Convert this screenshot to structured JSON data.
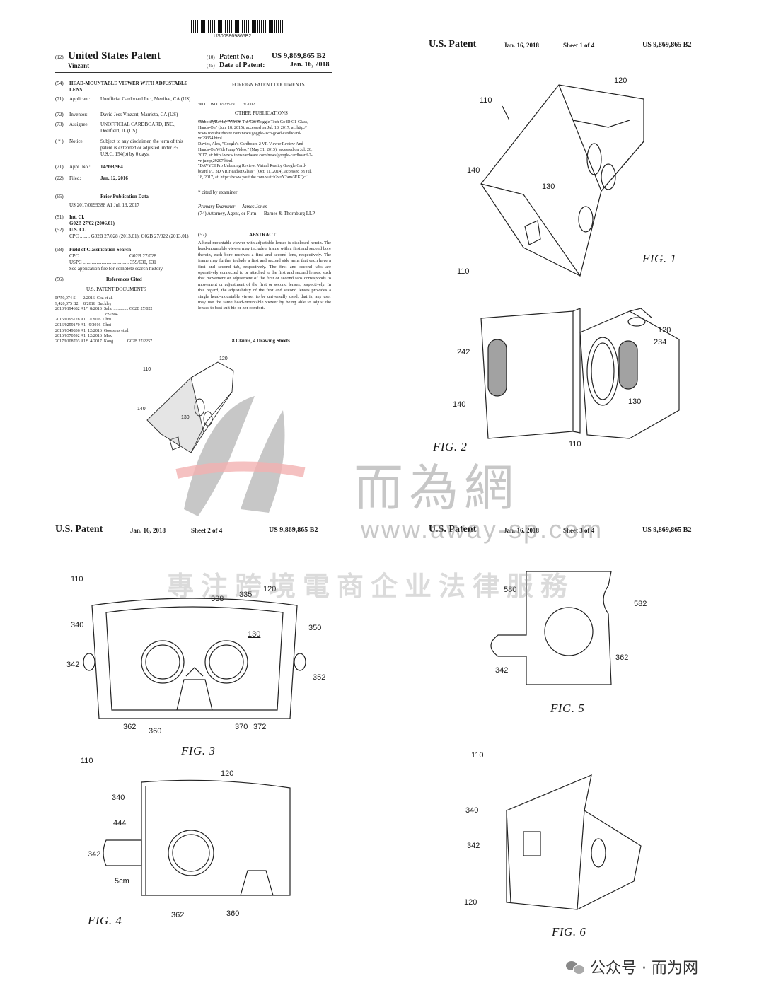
{
  "front": {
    "barcode_number": "US009869865B2",
    "code12": "(12)",
    "title": "United States Patent",
    "inventor_surname": "Vinzant",
    "code10": "(10)",
    "patent_no_label": "Patent No.:",
    "patent_no": "US 9,869,865 B2",
    "code45": "(45)",
    "date_label": "Date of Patent:",
    "date": "Jan. 16, 2018",
    "left_col": [
      {
        "code": "(54)",
        "label": "",
        "text": "HEAD-MOUNTABLE VIEWER WITH ADJUSTABLE LENS"
      },
      {
        "code": "(71)",
        "label": "Applicant:",
        "text": "Unofficial Cardboard Inc., Menifee, CA (US)"
      },
      {
        "code": "(72)",
        "label": "Inventor:",
        "text": "David Jess Vinzant, Marrieta, CA (US)"
      },
      {
        "code": "(73)",
        "label": "Assignee:",
        "text": "UNOFFICIAL CARDBOARD, INC., Deerfield, IL (US)"
      },
      {
        "code": "( * )",
        "label": "Notice:",
        "text": "Subject to any disclaimer, the term of this patent is extended or adjusted under 35 U.S.C. 154(b) by 0 days."
      },
      {
        "code": "(21)",
        "label": "Appl. No.:",
        "text": "14/993,964"
      },
      {
        "code": "(22)",
        "label": "Filed:",
        "text": "Jan. 12, 2016"
      }
    ],
    "prior_pub_code": "(65)",
    "prior_pub_heading": "Prior Publication Data",
    "prior_pub": "US 2017/0199388 A1      Jul. 13, 2017",
    "intcl_code": "(51)",
    "intcl_label": "Int. Cl.",
    "intcl": "G02B 27/02              (2006.01)",
    "uscl_code": "(52)",
    "uscl_label": "U.S. Cl.",
    "uscl": "CPC ........ G02B 27/028 (2013.01); G02B 27/022 (2013.01)",
    "field_code": "(58)",
    "field_heading": "Field of Classification Search",
    "field_lines": [
      "CPC ....................................... G02B 27/028",
      "USPC ..................................... 359/630, 631",
      "See application file for complete search history."
    ],
    "refs_code": "(56)",
    "refs_heading": "References Cited",
    "us_docs_heading": "U.S. PATENT DOCUMENTS",
    "us_docs": [
      "D750,074 S       2/2016  Coz et al.",
      "9,420,075 B2     8/2016  Buckley",
      "2013/0194682 A1*  8/2013  Sahu .............. G02B 27/022",
      "                                              359/804",
      "2016/0195728 A1   7/2016  Choi",
      "2016/0259170 A1   9/2016  Choi",
      "2016/0349836 A1  12/2016  Goossens et al.",
      "2016/0370592 A1  12/2016  Mak",
      "2017/0108703 A1*  4/2017  Kong ........... G02B 27/2257"
    ],
    "foreign_heading": "FOREIGN PATENT DOCUMENTS",
    "foreign_docs": [
      "WO     WO 02/23519        3/2002",
      "WO     WO 2016/185410     11/2016"
    ],
    "other_pub_heading": "OTHER PUBLICATIONS",
    "other_pubs": [
      "Carbotte, Kevin, \"VR On The Go: Goggle Tech Go4D C1-Glass,",
      "Hands-On\" (Jun. 18, 2015), accessed on Jul. 18, 2017, at: http://",
      "www.tomshardware.com/news/goggle-tech-go4d-cardboard-",
      "vr,29354.html.",
      "Davies, Alex, \"Google's Cardboard 2 VR Viewer Review And",
      "Hands-On With Jump Video,\" (May 31, 2015), accessed on Jul. 28,",
      "2017, at: http://www.tomshardware.com/news/google-cardboard-2-",
      "vr-jump,29207.html.",
      "\"DAVYCI Pro Unboxing Review: Virtual Reality Google Card-",
      "board I/O 3D VR Headset Glass\", (Oct. 11, 2014), accessed on Jul.",
      "18, 2017, at: https://www.youtube.com/watch?v=Y2ans3EKQcU."
    ],
    "cited": "* cited by examiner",
    "examiner": "Primary Examiner — James Jones",
    "attorney": "(74) Attorney, Agent, or Firm — Barnes & Thornburg LLP",
    "abstract_code": "(57)",
    "abstract_heading": "ABSTRACT",
    "abstract": "A head-mountable viewer with adjustable lenses is disclosed herein. The head-mountable viewer may include a frame with a first and second bore therein, each bore receives a first and second lens, respectively. The frame may further include a first and second side arms that each have a first and second tab, respectively. The first and second tabs are operatively connected to or attached to the first and second lenses, such that movement or adjustment of the first or second tabs corresponds to movement or adjustment of the first or second lenses, respectively. In this regard, the adjustability of the first and second lenses provides a single head-mountable viewer to be universally used, that is, any user may use the same head-mountable viewer by being able to adjust the lenses to best suit his or her comfort.",
    "claims": "8 Claims, 4 Drawing Sheets",
    "fig_refs": {
      "r110": "110",
      "r120": "120",
      "r140": "140",
      "r130": "130"
    }
  },
  "sheet1": {
    "hdr_title": "U.S. Patent",
    "hdr_date": "Jan. 16, 2018",
    "hdr_sheet": "Sheet 1 of 4",
    "hdr_no": "US 9,869,865 B2",
    "fig1_label": "FIG. 1",
    "fig2_label": "FIG. 2",
    "fig1_refs": {
      "r110": "110",
      "r120": "120",
      "r140": "140",
      "r130": "130"
    },
    "fig2_refs": {
      "r110a": "110",
      "r120": "120",
      "r234": "234",
      "r242": "242",
      "r140": "140",
      "r130": "130",
      "r110b": "110"
    }
  },
  "sheet2": {
    "hdr_title": "U.S. Patent",
    "hdr_date": "Jan. 16, 2018",
    "hdr_sheet": "Sheet 2 of 4",
    "hdr_no": "US 9,869,865 B2",
    "fig3_label": "FIG. 3",
    "fig4_label": "FIG. 4",
    "fig3_refs": {
      "r110": "110",
      "r120": "120",
      "r338": "338",
      "r335": "335",
      "r340": "340",
      "r350": "350",
      "r130": "130",
      "r342": "342",
      "r352": "352",
      "r362": "362",
      "r360": "360",
      "r370": "370",
      "r372": "372"
    },
    "fig4_refs": {
      "r110": "110",
      "r120": "120",
      "r340": "340",
      "r444": "444",
      "r342": "342",
      "r5cm": "5cm",
      "r362": "362",
      "r360": "360"
    }
  },
  "sheet3": {
    "hdr_title": "U.S. Patent",
    "hdr_date": "Jan. 16, 2018",
    "hdr_sheet": "Sheet 3 of 4",
    "hdr_no": "US 9,869,865 B2",
    "fig5_label": "FIG. 5",
    "fig6_label": "FIG. 6",
    "fig5_refs": {
      "r580": "580",
      "r582": "582",
      "r342": "342",
      "r362": "362"
    },
    "fig6_refs": {
      "r110": "110",
      "r340": "340",
      "r342": "342",
      "r120": "120"
    }
  },
  "watermark": {
    "name": "而為網",
    "url": "www.away-sp.com",
    "slogan": "專注跨境電商企业法律服務",
    "color": "#9a9a9a",
    "accent": "#e87070"
  },
  "footer": {
    "text": "公众号 · 而为网"
  }
}
